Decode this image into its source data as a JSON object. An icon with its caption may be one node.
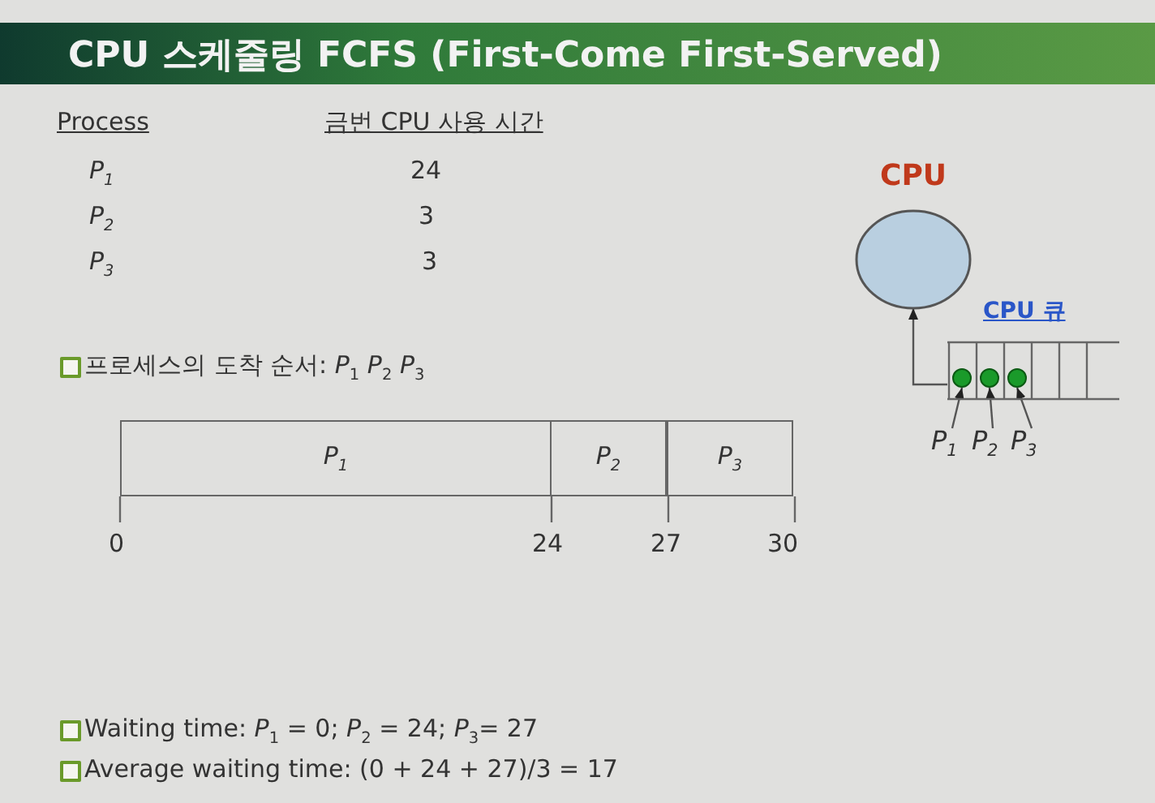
{
  "diagram": {
    "title": "CPU 스케줄링 FCFS (First-Come First-Served)",
    "nodes": [
      {
        "text": [
          "CPU"
        ]
      },
      {
        "text": [
          "CPU 큐"
        ]
      },
      {
        "text": [],
        "shape": "circle",
        "in": 1
      },
      {
        "text": [],
        "shape": "circle",
        "in": 1
      },
      {
        "text": [],
        "shape": "circle",
        "in": 1
      },
      {
        "text": [
          "P$_{1}$"
        ]
      },
      {
        "text": [
          "P$_{2}$"
        ]
      },
      {
        "text": [
          "P$_{3}$"
        ]
      },
      {
        "text": [
          "P$_{1}$"
        ]
      },
      {
        "text": [
          "P$_{2}$"
        ]
      },
      {
        "text": [
          "P$_{3}$"
        ]
      }
    ],
    "edges": [
      {
        "from": 1,
        "to": 0,
        "arrow": "to"
      },
      {
        "from": 5,
        "to": 2,
        "arrow": "to"
      },
      {
        "from": 6,
        "to": 3,
        "arrow": "to"
      },
      {
        "from": 7,
        "to": 4,
        "arrow": "to"
      }
    ],
    "labels": [
      "Process",
      "금번 CPU 사용 시간",
      "P$_{1}$",
      "24",
      "P$_{2}$",
      "3",
      "P$_{3}$",
      "3",
      "프로세스의 도착 순서:  *P*$_{1}$  *P*$_{2}$  *P*$_{3}$",
      "0",
      "24",
      "27",
      "30",
      "Waiting time: *P*$_{1}$ = 0; *P*$_{2}$ = 24; *P*$_{3}$= 27",
      "Average waiting time:  (0 + 24 + 27)/3 = 17"
    ]
  }
}
